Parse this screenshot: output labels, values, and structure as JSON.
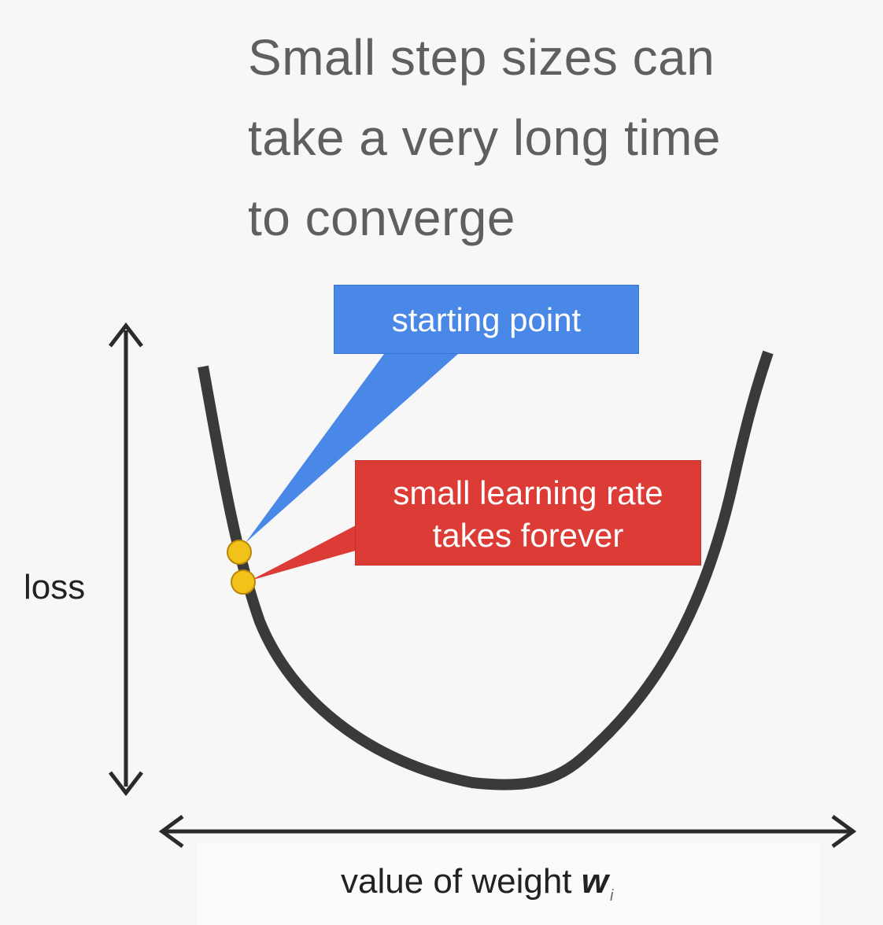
{
  "title": {
    "line1": "Small step sizes can",
    "line2": "take a very long time",
    "line3": "to converge"
  },
  "axes": {
    "y_label": "loss",
    "x_label_prefix": "value of weight ",
    "x_label_var": "w",
    "x_label_sub": "i"
  },
  "callouts": {
    "start": "starting point",
    "small_lr_line1": "small learning rate",
    "small_lr_line2": "takes forever"
  },
  "colors": {
    "curve": "#3a3a3a",
    "point_fill": "#f2c21b",
    "point_stroke": "#b8860b",
    "callout_blue": "#4a88e8",
    "callout_red": "#dc3b36"
  },
  "icons": [
    "double-arrow-vertical-icon",
    "double-arrow-horizontal-icon"
  ]
}
